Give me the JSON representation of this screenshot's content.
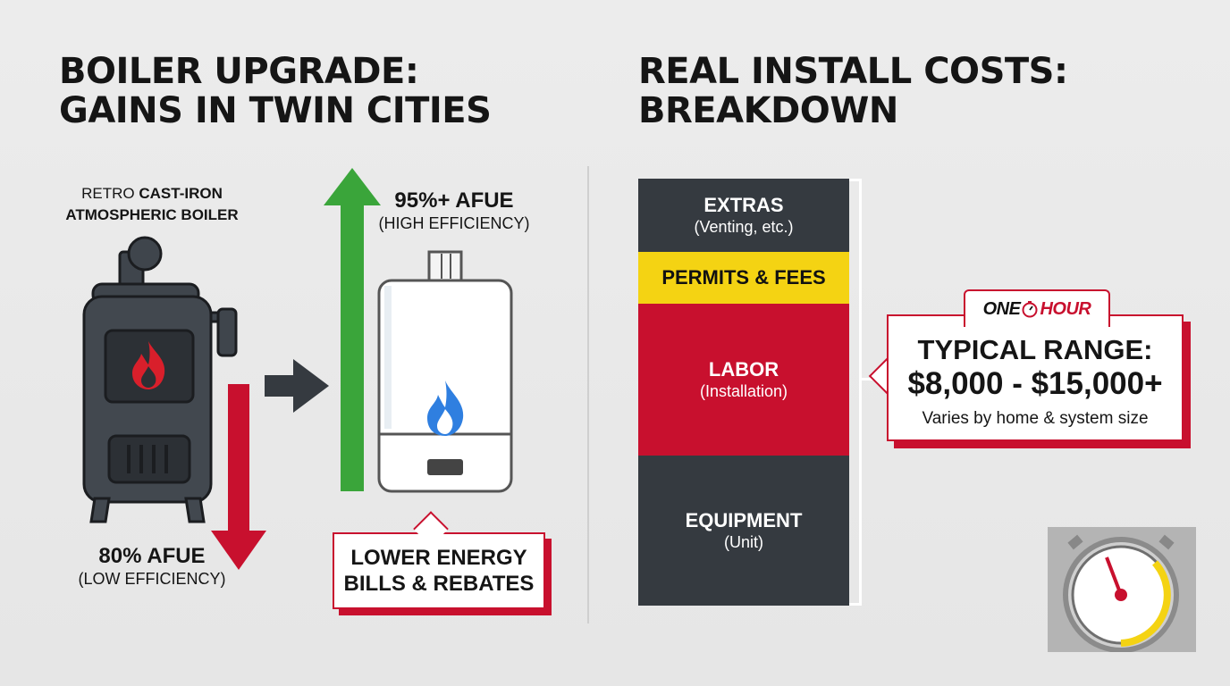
{
  "left": {
    "title_line1": "BOILER UPGRADE:",
    "title_line2": "GAINS IN TWIN CITIES",
    "old_label_prefix": "RETRO ",
    "old_label_bold": "CAST-IRON",
    "old_label_line2": "ATMOSPHERIC BOILER",
    "old_efficiency": "80% AFUE",
    "old_efficiency_sub": "(LOW EFFICIENCY)",
    "new_efficiency": "95%+ AFUE",
    "new_efficiency_sub": "(HIGH EFFICIENCY)",
    "callout_line1": "LOWER ENERGY",
    "callout_line2": "BILLS & REBATES"
  },
  "right": {
    "title_line1": "REAL INSTALL COSTS:",
    "title_line2": "BREAKDOWN",
    "segments": [
      {
        "name": "EXTRAS",
        "desc": "(Venting, etc.)",
        "color": "#353a40",
        "text_color": "#ffffff"
      },
      {
        "name": "PERMITS & FEES",
        "desc": "",
        "color": "#f4d313",
        "text_color": "#111111"
      },
      {
        "name": "LABOR",
        "desc": "(Installation)",
        "color": "#c8102e",
        "text_color": "#ffffff"
      },
      {
        "name": "EQUIPMENT",
        "desc": "(Unit)",
        "color": "#353a40",
        "text_color": "#ffffff"
      }
    ],
    "brand_part1": "ONE",
    "brand_part2": "HOUR",
    "range_title": "TYPICAL RANGE:",
    "range_value": "$8,000 - $15,000+",
    "range_note": "Varies by home & system size"
  },
  "colors": {
    "accent_red": "#c8102e",
    "accent_green": "#3aa53a",
    "accent_yellow": "#f4d313",
    "dark_slate": "#353a40",
    "flame_blue": "#2f7fe0"
  },
  "icons": [
    "old-boiler-icon",
    "red-flame-icon",
    "new-boiler-icon",
    "blue-flame-icon",
    "arrow-right-icon",
    "arrow-up-icon",
    "arrow-down-icon",
    "stopwatch-icon",
    "gauge-icon"
  ]
}
